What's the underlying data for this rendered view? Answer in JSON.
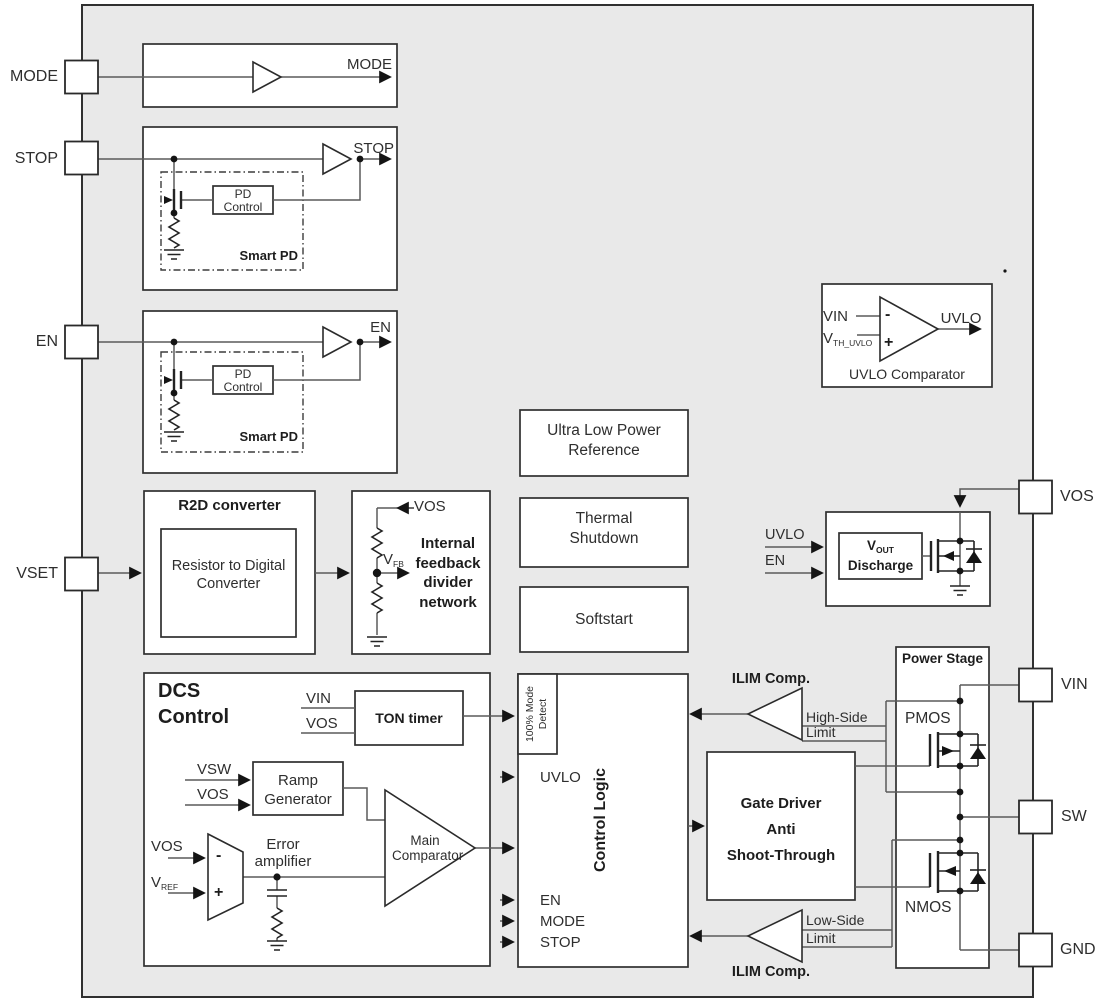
{
  "pins": {
    "mode": "MODE",
    "stop": "STOP",
    "en": "EN",
    "vset": "VSET",
    "vos": "VOS",
    "vin": "VIN",
    "sw": "SW",
    "gnd": "GND"
  },
  "mode_block": {
    "out": "MODE"
  },
  "stop_block": {
    "out": "STOP",
    "pd": [
      "PD",
      "Control"
    ],
    "smart_pd": "Smart PD"
  },
  "en_block": {
    "out": "EN",
    "pd": [
      "PD",
      "Control"
    ],
    "smart_pd": "Smart PD"
  },
  "uvlo_comp": {
    "vin": "VIN",
    "vth_main": "V",
    "vth_sub": "TH_UVLO",
    "minus": "-",
    "plus": "+",
    "out": "UVLO",
    "caption": "UVLO Comparator"
  },
  "r2d": {
    "title": "R2D converter",
    "inner": [
      "Resistor to Digital",
      "Converter"
    ]
  },
  "feedback": {
    "vos": "VOS",
    "vfb_main": "V",
    "vfb_sub": "FB",
    "caption": [
      "Internal",
      "feedback",
      "divider",
      "network"
    ]
  },
  "reference": {
    "lines": [
      "Ultra Low Power",
      "Reference"
    ]
  },
  "thermal": {
    "lines": [
      "Thermal",
      "Shutdown"
    ]
  },
  "softstart": {
    "label": "Softstart"
  },
  "discharge": {
    "uvlo": "UVLO",
    "en": "EN",
    "v_main": "V",
    "v_sub": "OUT",
    "line2": "Discharge"
  },
  "dcs": {
    "title": [
      "DCS",
      "Control"
    ],
    "ton_vin": "VIN",
    "ton_vos": "VOS",
    "ton": "TON timer",
    "vsw": "VSW",
    "vos": "VOS",
    "ramp": [
      "Ramp",
      "Generator"
    ],
    "ea_vos": "VOS",
    "vref_main": "V",
    "vref_sub": "REF",
    "minus": "-",
    "plus": "+",
    "error_amp": [
      "Error",
      "amplifier"
    ],
    "main_comp": [
      "Main",
      "Comparator"
    ]
  },
  "control_logic": {
    "mode_detect": [
      "100% Mode",
      "Detect"
    ],
    "uvlo": "UVLO",
    "en": "EN",
    "mode": "MODE",
    "stop": "STOP",
    "title": "Control Logic"
  },
  "ilim_top": {
    "title": "ILIM Comp.",
    "a": "High-Side",
    "b": "Limit"
  },
  "ilim_bottom": {
    "title": "ILIM Comp.",
    "a": "Low-Side",
    "b": "Limit"
  },
  "gate_driver": {
    "lines": [
      "Gate Driver",
      "Anti",
      "Shoot-Through"
    ]
  },
  "power_stage": {
    "title": "Power Stage",
    "pmos": "PMOS",
    "nmos": "NMOS"
  },
  "colors": {
    "chip_bg": "#e9e9e9",
    "line": "#5a5a5a",
    "border": "#303030",
    "ink": "#141414"
  }
}
